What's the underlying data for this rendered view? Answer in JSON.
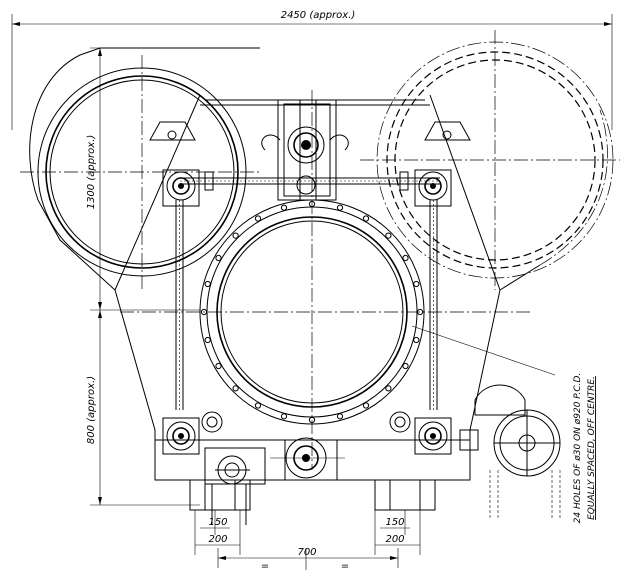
{
  "dimensions": {
    "overall_width": "2450 (approx.)",
    "upper_height": "1300 (approx.)",
    "lower_height": "800 (approx.)",
    "left_150": "150",
    "left_200": "200",
    "right_150": "150",
    "right_200": "200",
    "center_700": "700",
    "eq_left": "=",
    "eq_right": "="
  },
  "note": {
    "line1": "24 HOLES OF ø30 ON ø920 P.C.D.",
    "line2": "EQUALLY SPACED, OFF CENTRE."
  }
}
